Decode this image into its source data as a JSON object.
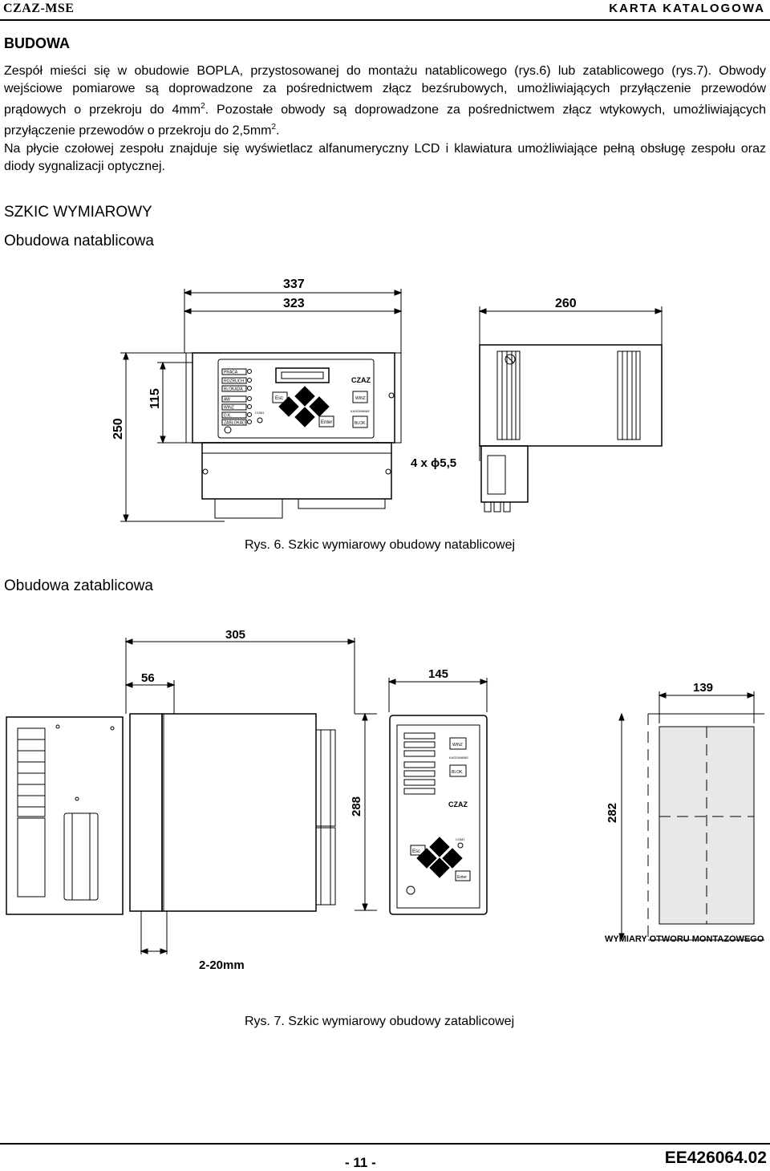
{
  "header": {
    "left": "CZAZ-MSE",
    "right": "KARTA KATALOGOWA"
  },
  "section_budowa": {
    "title": "BUDOWA",
    "p1a": "Zespół mieści się w obudowie BOPLA, przystosowanej do montażu natablicowego (rys.6) lub zatablicowego (rys.7). Obwody wejściowe pomiarowe są doprowadzone za pośrednictwem złącz bezśrubowych, umożliwiających przyłączenie przewodów prądowych o przekroju do 4mm",
    "p1sup1": "2",
    "p1b": ". Pozostałe obwody są doprowadzone za pośrednictwem złącz wtykowych, umożliwiających przyłączenie przewodów o przekroju do 2,5mm",
    "p1sup2": "2",
    "p1c": ".",
    "p2": "Na płycie czołowej zespołu znajduje się wyświetlacz alfanumeryczny LCD i klawiatura umożliwiające pełną obsługę zespołu oraz diody sygnalizacji optycznej."
  },
  "section_szkic": {
    "title": "SZKIC WYMIAROWY",
    "sub1": "Obudowa natablicowa",
    "sub2": "Obudowa zatablicowa"
  },
  "fig6": {
    "dims": {
      "w_outer": "337",
      "w_inner": "323",
      "depth": "260",
      "h_outer": "250",
      "h_inner": "115",
      "holes": "4 x ϕ5,5"
    },
    "panel": {
      "leds": [
        "PRACA",
        "ROZRUCH",
        "BLOKADA",
        "AW",
        "WINZ",
        "D.K.",
        "ZABLOKAD"
      ],
      "brand": "CZAZ",
      "keys": {
        "esc": "Esc",
        "enter": "Enter",
        "winz": "WINZ",
        "blok": "BLOK."
      },
      "small": {
        "com": "COM1",
        "kasowanie": "KASOWANIE"
      }
    },
    "caption": "Rys. 6. Szkic wymiarowy obudowy natablicowej"
  },
  "fig7": {
    "dims": {
      "d305": "305",
      "d56": "56",
      "d145": "145",
      "d139": "139",
      "d288": "288",
      "d282": "282",
      "d2_20": "2-20mm"
    },
    "panel": {
      "brand": "CZAZ",
      "esc": "Esc",
      "enter": "Enter",
      "winz": "WINZ",
      "blok": "BLOK.",
      "kasowanie": "KASOWANIE",
      "com": "COM1"
    },
    "cutout_label": "WYMIARY OTWORU MONTAZOWEGO",
    "caption": "Rys. 7. Szkic wymiarowy obudowy zatablicowej"
  },
  "footer": {
    "page": "- 11 -",
    "doc": "EE426064.02"
  }
}
